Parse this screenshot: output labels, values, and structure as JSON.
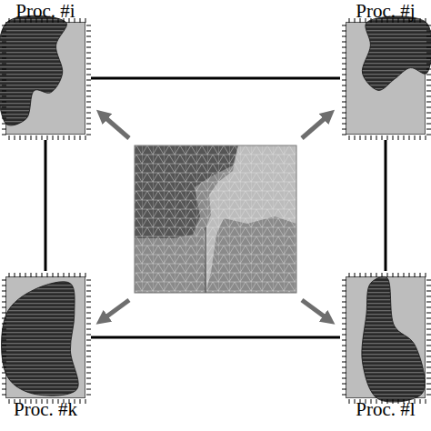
{
  "diagram": {
    "nodes": [
      {
        "text": [
          "Proc. #i"
        ]
      },
      {
        "text": [
          "Proc. #j"
        ]
      },
      {
        "text": [
          "Proc. #k"
        ]
      },
      {
        "text": [
          "Proc. #l"
        ]
      }
    ],
    "edges": [
      {
        "from": 0,
        "to": 1,
        "arrow": "none"
      },
      {
        "from": 0,
        "to": 2,
        "arrow": "none"
      },
      {
        "from": 1,
        "to": 3,
        "arrow": "none"
      },
      {
        "from": 2,
        "to": 3,
        "arrow": "none"
      }
    ]
  }
}
